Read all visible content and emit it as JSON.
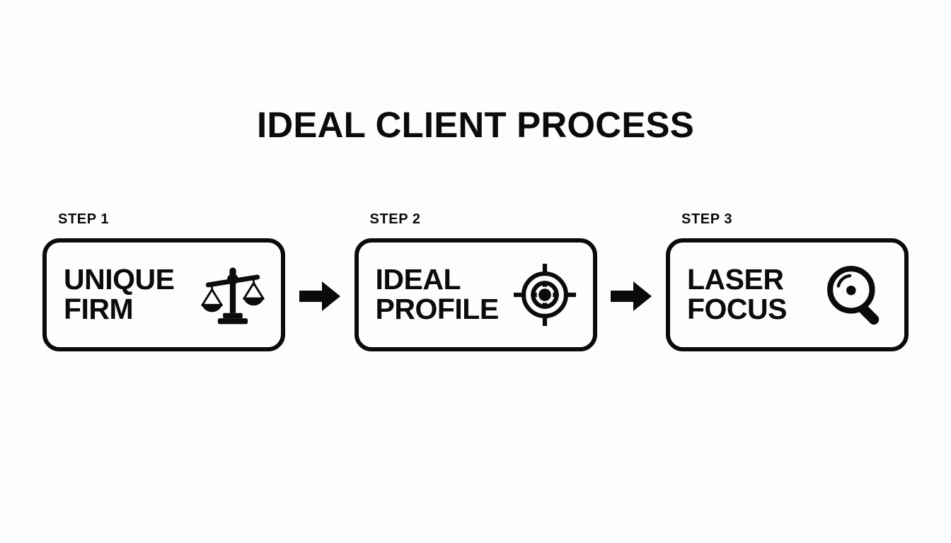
{
  "page": {
    "title": "IDEAL CLIENT PROCESS",
    "background_color": "#fdfdfd",
    "ink_color": "#0b0b0b"
  },
  "steps": [
    {
      "label": "STEP 1",
      "line1": "UNIQUE",
      "line2": "FIRM",
      "icon": "balance-scales-icon"
    },
    {
      "label": "STEP 2",
      "line1": "IDEAL",
      "line2": "PROFILE",
      "icon": "crosshair-target-icon"
    },
    {
      "label": "STEP 3",
      "line1": "LASER",
      "line2": "FOCUS",
      "icon": "magnifying-glass-icon"
    }
  ],
  "connectors": [
    {
      "icon": "arrow-right-icon"
    },
    {
      "icon": "arrow-right-icon"
    }
  ]
}
